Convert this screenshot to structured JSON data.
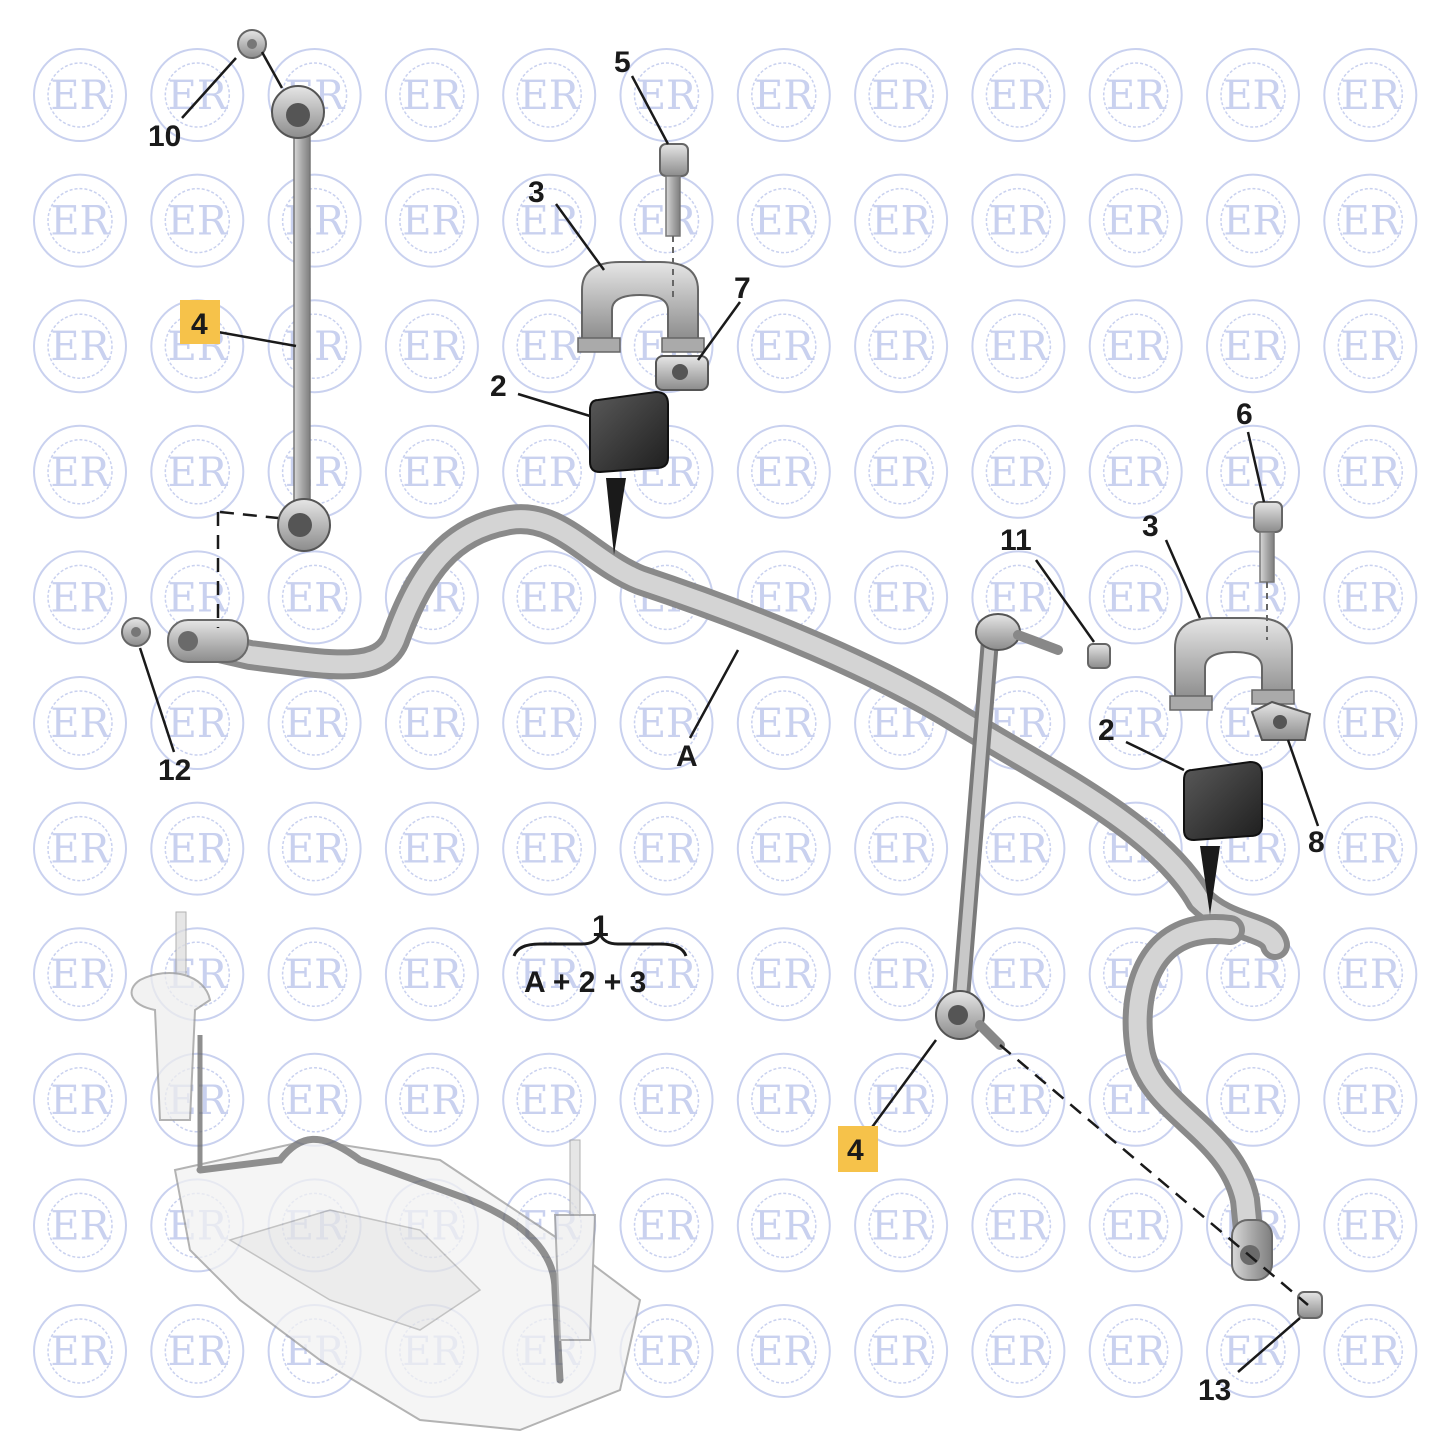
{
  "watermark": {
    "text": "ER",
    "color": "#c9d1ef"
  },
  "highlight_color": "#f6c24a",
  "callouts": {
    "c10": "10",
    "c5": "5",
    "c3a": "3",
    "c7": "7",
    "c4a": "4",
    "c2a": "2",
    "c6": "6",
    "c3b": "3",
    "c11": "11",
    "c2b": "2",
    "c8": "8",
    "c12": "12",
    "cA": "A",
    "c4b": "4",
    "c13": "13"
  },
  "formula": {
    "top": "1",
    "bottom": "A + 2 + 3"
  }
}
